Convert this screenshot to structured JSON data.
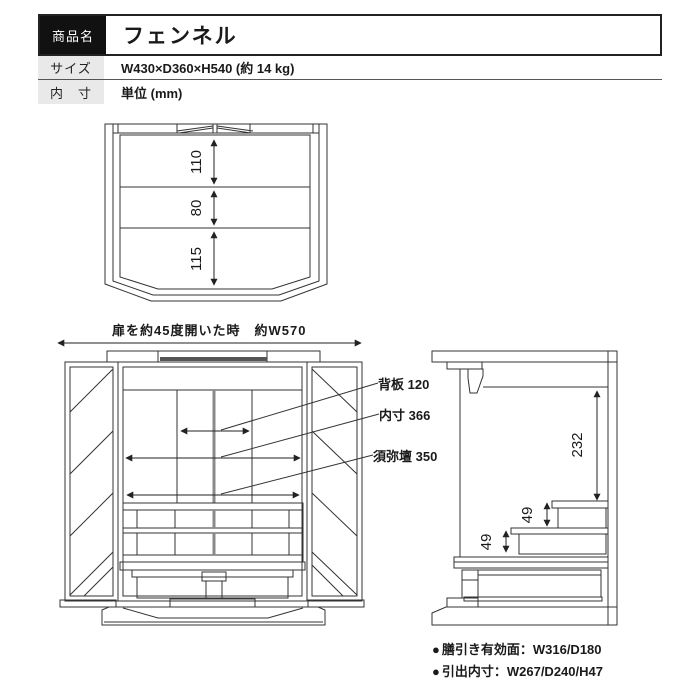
{
  "header": {
    "rows": [
      {
        "label": "商品名",
        "value": "フェンネル"
      },
      {
        "label": "サイズ",
        "value": "W430×D360×H540 (約 14 kg)"
      },
      {
        "label": "内　寸",
        "value": "単位 (mm)"
      }
    ]
  },
  "top_view": {
    "depth_sections": [
      "110",
      "80",
      "115"
    ]
  },
  "door_note": "扉を約45度開いた時　約W570",
  "front_view": {
    "labels": [
      "背板 120",
      "内寸 366",
      "須弥壇 350"
    ]
  },
  "side_view": {
    "interior_height": "232",
    "step_heights": [
      "49",
      "49"
    ]
  },
  "footnotes": [
    {
      "bullet": "●",
      "text": "膳引き有効面：W316/D180"
    },
    {
      "bullet": "●",
      "text": "引出内寸：W267/D240/H47"
    }
  ],
  "colors": {
    "line": "#333333",
    "header_label_bg": "#111111",
    "sub_label_bg": "#e9e9e9",
    "background": "#ffffff"
  }
}
